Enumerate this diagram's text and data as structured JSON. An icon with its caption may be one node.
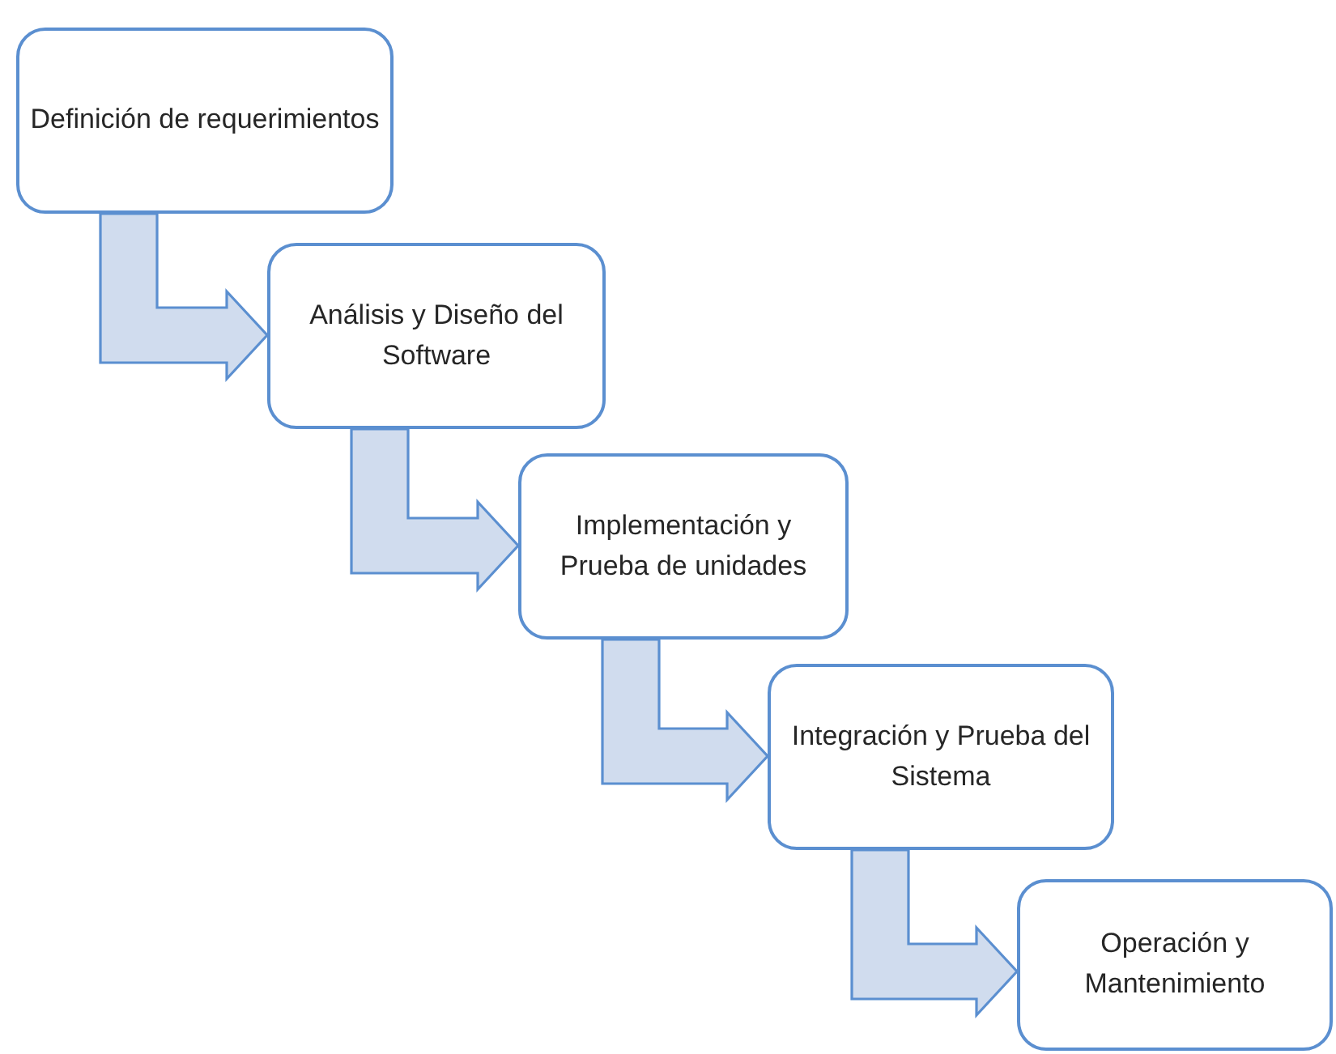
{
  "diagram": {
    "nodes": [
      {
        "text": [
          "Definición de requerimientos"
        ]
      },
      {
        "text": [
          "Análisis y Diseño del Software"
        ]
      },
      {
        "text": [
          "Implementación y Prueba de unidades"
        ]
      },
      {
        "text": [
          "Integración y Prueba del Sistema"
        ]
      },
      {
        "text": [
          "Operación y Mantenimiento"
        ]
      }
    ],
    "edges": [
      {
        "from": 0,
        "to": 1,
        "arrow": "to"
      },
      {
        "from": 1,
        "to": 2,
        "arrow": "to"
      },
      {
        "from": 2,
        "to": 3,
        "arrow": "to"
      },
      {
        "from": 3,
        "to": 4,
        "arrow": "to"
      }
    ]
  }
}
